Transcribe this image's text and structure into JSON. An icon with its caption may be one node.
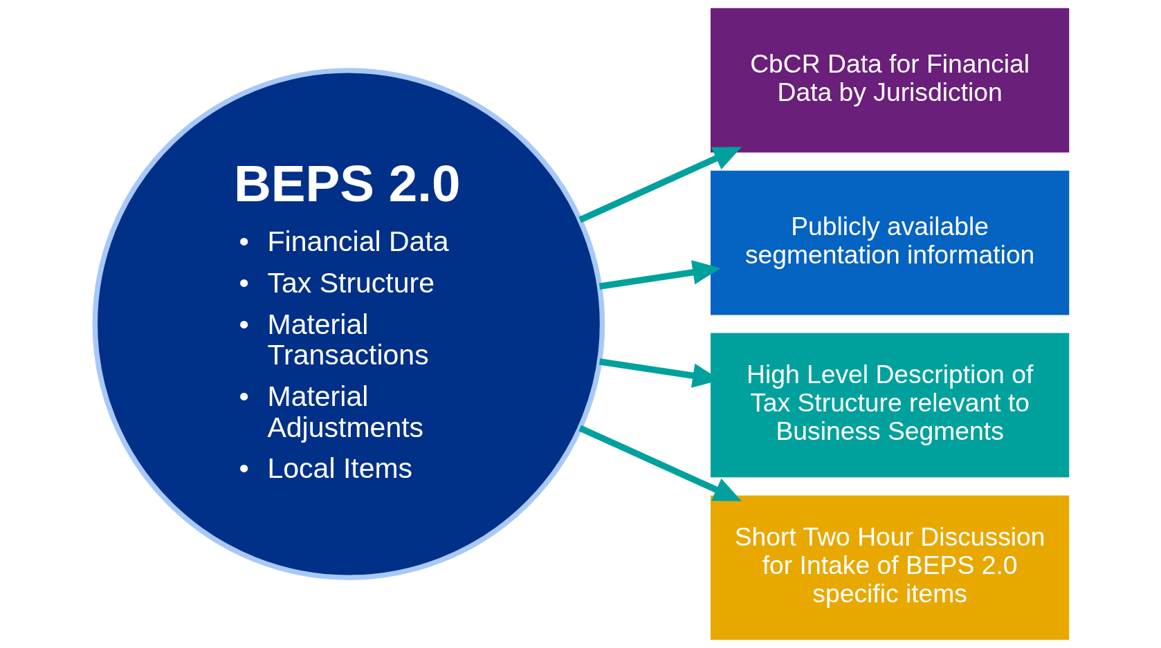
{
  "diagram": {
    "nodes": [
      {
        "text": [
          "BEPS 2.0",
          "• Financial Data",
          "• Tax Structure",
          "• Material Transactions",
          "• Material Adjustments",
          "• Local Items"
        ]
      },
      {
        "text": [
          "CbCR Data for Financial Data by Jurisdiction"
        ]
      },
      {
        "text": [
          "Publicly available segmentation information"
        ]
      },
      {
        "text": [
          "High Level Description of Tax Structure relevant to Business Segments"
        ]
      },
      {
        "text": [
          "Short Two Hour Discussion for Intake of BEPS 2.0 specific items"
        ]
      }
    ],
    "edges": [
      {
        "from": 0,
        "to": 1,
        "arrow": "to"
      },
      {
        "from": 0,
        "to": 2,
        "arrow": "to"
      },
      {
        "from": 0,
        "to": 3,
        "arrow": "to"
      },
      {
        "from": 0,
        "to": 4,
        "arrow": "to"
      }
    ]
  }
}
